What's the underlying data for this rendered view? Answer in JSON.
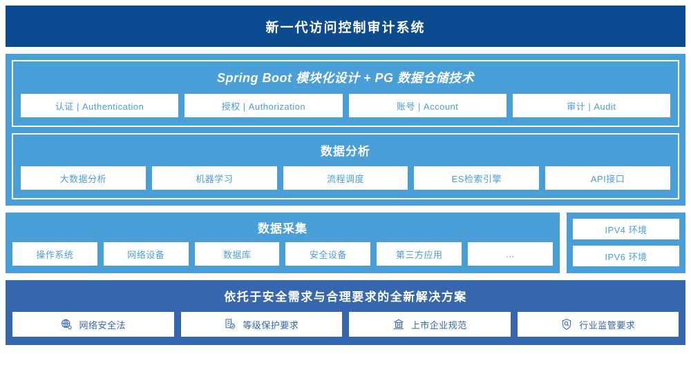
{
  "header": {
    "title": "新一代访问控制审计系统"
  },
  "colors": {
    "header_navy": "#0d4b91",
    "light_blue": "#4a9fd8",
    "solution_blue": "#3566ae",
    "chip_bg": "#ffffff"
  },
  "platform": {
    "title": "Spring Boot 模块化设计 + PG 数据仓储技术",
    "items": [
      {
        "label": "认证 | Authentication"
      },
      {
        "label": "授权 | Authorization"
      },
      {
        "label": "账号 | Account"
      },
      {
        "label": "审计 | Audit"
      }
    ]
  },
  "analysis": {
    "title": "数据分析",
    "items": [
      {
        "label": "大数据分析"
      },
      {
        "label": "机器学习"
      },
      {
        "label": "流程调度"
      },
      {
        "label": "ES检索引擎"
      },
      {
        "label": "API接口"
      }
    ]
  },
  "collection": {
    "title": "数据采集",
    "items": [
      {
        "label": "操作系统"
      },
      {
        "label": "网络设备"
      },
      {
        "label": "数据库"
      },
      {
        "label": "安全设备"
      },
      {
        "label": "第三方应用"
      },
      {
        "label": "…"
      }
    ]
  },
  "environments": {
    "items": [
      {
        "label": "IPV4 环境"
      },
      {
        "label": "IPV6 环境"
      }
    ]
  },
  "solution": {
    "title": "依托于安全需求与合理要求的全新解决方案",
    "items": [
      {
        "label": "网络安全法",
        "icon": "globe-icon"
      },
      {
        "label": "等级保护要求",
        "icon": "document-check-icon"
      },
      {
        "label": "上市企业规范",
        "icon": "bank-building-icon"
      },
      {
        "label": "行业监管要求",
        "icon": "shield-search-icon"
      }
    ]
  }
}
